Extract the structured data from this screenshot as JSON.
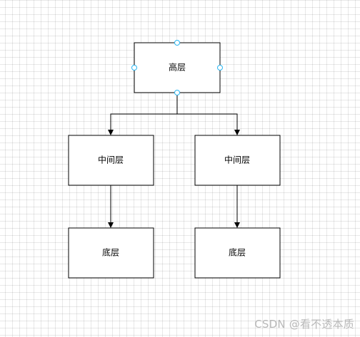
{
  "canvas": {
    "background": "#ffffff",
    "grid_color": "#e6e6e6"
  },
  "diagram": {
    "nodes": [
      {
        "id": "top",
        "label": "高层",
        "selected": true
      },
      {
        "id": "mid-left",
        "label": "中间层",
        "selected": false
      },
      {
        "id": "mid-right",
        "label": "中间层",
        "selected": false
      },
      {
        "id": "bottom-left",
        "label": "底层",
        "selected": false
      },
      {
        "id": "bottom-right",
        "label": "底层",
        "selected": false
      }
    ],
    "edges": [
      {
        "from": "top",
        "to": "mid-left"
      },
      {
        "from": "top",
        "to": "mid-right"
      },
      {
        "from": "mid-left",
        "to": "bottom-left"
      },
      {
        "from": "mid-right",
        "to": "bottom-right"
      }
    ],
    "selection_handle_color": "#29b6f2"
  },
  "watermark": {
    "text": "CSDN @看不透本质"
  }
}
